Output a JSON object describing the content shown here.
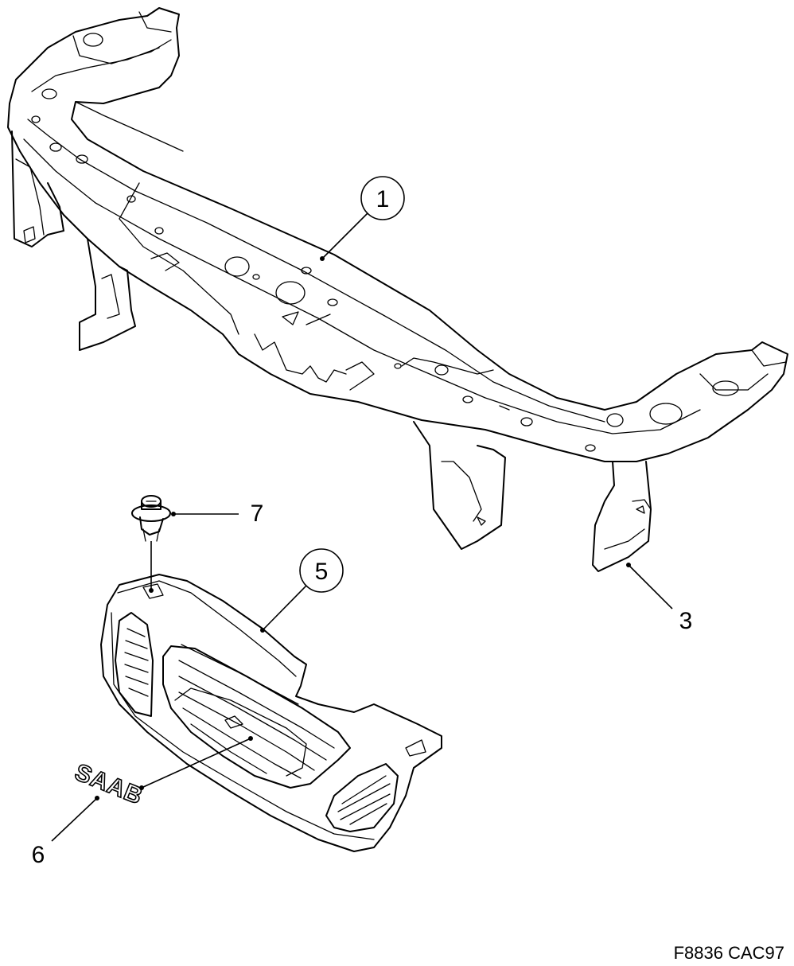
{
  "callouts": {
    "c1": "1",
    "c3": "3",
    "c5": "5",
    "c6": "6",
    "c7": "7"
  },
  "emblem_text": "SAAB",
  "figure_ref": "F8836 CAC97"
}
